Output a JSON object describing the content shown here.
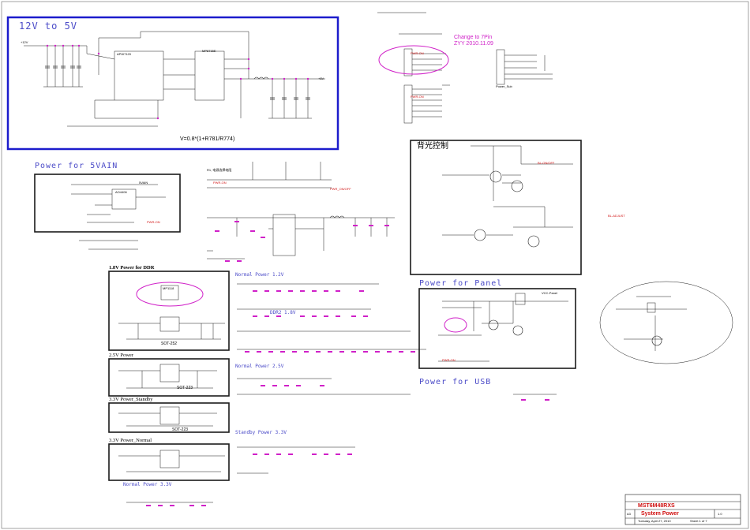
{
  "sections": {
    "converter_12v_5v": {
      "title": "12V to 5V",
      "formula": "V=0.8*(1+R781/R774)",
      "ic1": "APW7120",
      "ic2": "MP8715E"
    },
    "power_5vain": {
      "title": "Power for 5VAIN",
      "ic": "AO4406"
    },
    "power_ddr": {
      "title": "1.8V Power for DDR",
      "ic": "MP1118",
      "package": "SOT-252"
    },
    "power_25v": {
      "title": "2.5V Power",
      "package": "SOT-223"
    },
    "power_33v_standby": {
      "title": "3.3V Power_Standby",
      "package": "SOT-223"
    },
    "power_33v_normal": {
      "title": "3.3V Power_Normal"
    },
    "normal_12v": {
      "title": "Normal Power 1.2V"
    },
    "ddr2_18v": {
      "title": "DDR2 1.8V"
    },
    "normal_25v": {
      "title": "Normal Power 2.5V"
    },
    "standby_33v": {
      "title": "Standby Power 3.3V"
    },
    "normal_33v_bottom": {
      "title": "Normal Power 3.3V"
    },
    "backlight": {
      "title": "背光控制"
    },
    "panel": {
      "title": "Power for Panel"
    },
    "usb": {
      "title": "Power for USB"
    },
    "connector": {
      "title": "Power_Sub"
    }
  },
  "annotations": {
    "change_note_line1": "Change to 7Pin",
    "change_note_line2": "ZYY 2010.11.09",
    "note_cn": "R1, 电源选择电阻"
  },
  "nets": {
    "v12": "+12V",
    "v5": "+5V",
    "v5vain": "5VAIN",
    "v33": "3.3V",
    "v18": "1.8V",
    "v25": "2.5V",
    "pwr_on": "PWR-ON",
    "bl_on_off": "BL-ON/OFF",
    "bl_adjust": "BL-ADJUST",
    "vcc_panel": "VCC-Panel",
    "pwr_on_sw": "PWR_ON/OFF"
  },
  "title_block": {
    "project": "MST6M48RXS",
    "document": "System Power",
    "size": "A3",
    "date": "Tuesday, April 27, 2010",
    "sheet": "Sheet 1 of 7",
    "rev": "1.0"
  },
  "colors": {
    "wire": "#1a1a1a",
    "component": "#3a3a3a",
    "net_label": "#d03030",
    "blue_frame": "#1c1ccc",
    "magenta": "#d020c8",
    "title_red": "#cc0000"
  }
}
